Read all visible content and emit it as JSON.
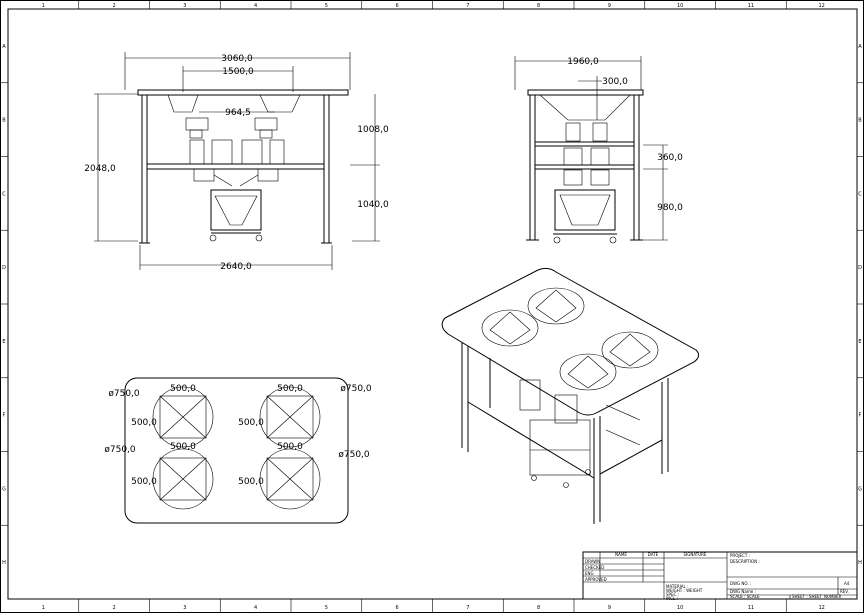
{
  "border": {
    "columns": [
      "1",
      "2",
      "3",
      "4",
      "5",
      "6",
      "7",
      "8",
      "9",
      "10",
      "11",
      "12"
    ],
    "rows": [
      "A",
      "B",
      "C",
      "D",
      "E",
      "F",
      "G",
      "H"
    ]
  },
  "front_view": {
    "dims": {
      "overall_width": "3060,0",
      "inner_width": "1500,0",
      "hopper_spacing": "964,5",
      "height_total": "2048,0",
      "upper_height": "1008,0",
      "lower_height": "1040,0",
      "base_width": "2640,0"
    }
  },
  "side_view": {
    "dims": {
      "overall_width": "1960,0",
      "hopper_width": "300,0",
      "upper_height": "360,0",
      "lower_height": "980,0"
    }
  },
  "top_view": {
    "dims": {
      "d1": "ø750,0",
      "d2": "ø750,0",
      "d3": "ø750,0",
      "d4": "ø750,0",
      "w1": "500,0",
      "w2": "500,0",
      "w3": "500,0",
      "w4": "500,0",
      "h1": "500,0",
      "h2": "500,0",
      "h3": "500,0",
      "h4": "500,0"
    }
  },
  "title_block": {
    "headers": {
      "name": "NAME",
      "date": "DATE",
      "signature": "SIGNATURE"
    },
    "rows": {
      "drawn": "DRAWN",
      "checked": "CHECKED",
      "eng": "ENG",
      "approved": "APPROVED"
    },
    "project": "PROJECT :",
    "description": "DESCRIPTION :",
    "material": "MATERIAL :",
    "weight": "WEIGHT : WEIGHT",
    "spec": "SPEC :",
    "incl": "INCL :",
    "dwg_no": "DWG NO. :",
    "dwg_name": "DWG Name :",
    "scale": "SCALE : SCALE",
    "sheet": "SHEET : SHEET_NUMBER",
    "a4": "A4",
    "rev": "REV."
  }
}
